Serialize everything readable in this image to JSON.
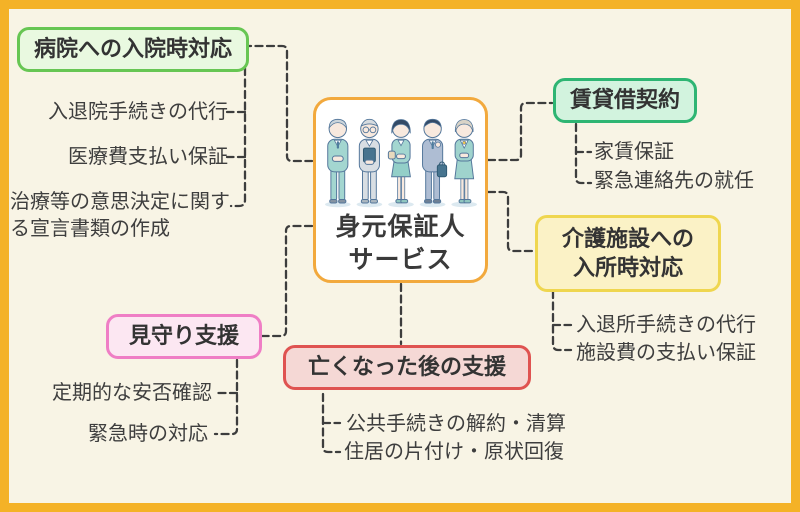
{
  "center": {
    "title": "身元保証人サービス",
    "title_lines": [
      "身元保証人",
      "サービス"
    ],
    "illustration": "guarantor-staff-people",
    "border_color": "#f2a93d"
  },
  "branches": {
    "hospital": {
      "label": "病院への入院時対応",
      "fill": "#e9f9e0",
      "border": "#67c653",
      "items": [
        "入退院手続きの代行",
        "医療費支払い保証",
        "治療等の意思決定に関する宣言書類の作成"
      ]
    },
    "rental": {
      "label": "賃貸借契約",
      "fill": "#d2f3de",
      "border": "#2eb573",
      "items": [
        "家賃保証",
        "緊急連絡先の就任"
      ]
    },
    "care": {
      "label": "介護施設への入所時対応",
      "fill": "#fbf2c6",
      "border": "#efd64f",
      "items": [
        "入退所手続きの代行",
        "施設費の支払い保証"
      ]
    },
    "watch": {
      "label": "見守り支援",
      "fill": "#fce7f2",
      "border": "#ef7ec5",
      "items": [
        "定期的な安否確認",
        "緊急時の対応"
      ]
    },
    "death": {
      "label": "亡くなった後の支援",
      "fill": "#f5d8d5",
      "border": "#df5351",
      "items": [
        "公共手続きの解約・清算",
        "住居の片付け・原状回復"
      ]
    }
  },
  "colors": {
    "frame": "#f4b227",
    "background": "#f8f4e5",
    "connector": "#3d3d3d",
    "text": "#3b3b3b"
  }
}
